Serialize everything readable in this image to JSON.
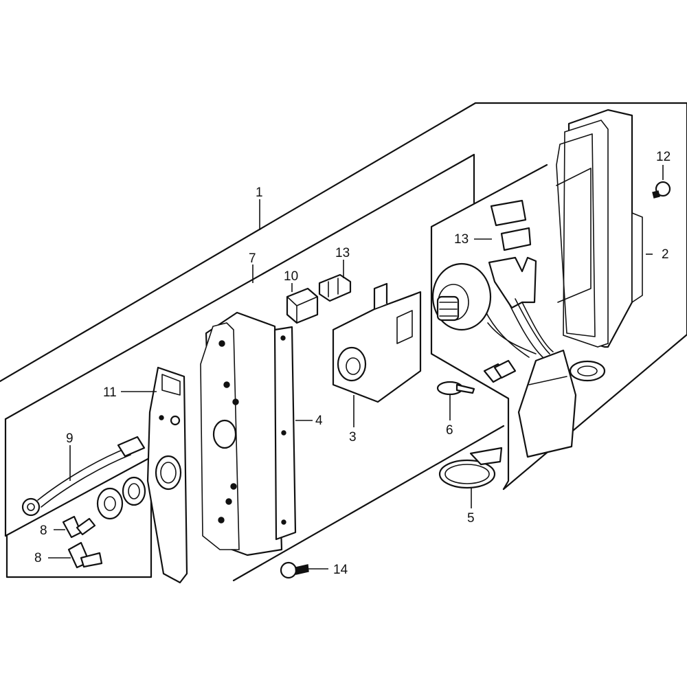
{
  "callouts": {
    "c1": "1",
    "c2": "2",
    "c3": "3",
    "c4": "4",
    "c5": "5",
    "c6": "6",
    "c7": "7",
    "c8a": "8",
    "c8b": "8",
    "c9": "9",
    "c10": "10",
    "c11": "11",
    "c12": "12",
    "c13a": "13",
    "c13b": "14",
    "c14": "13"
  }
}
